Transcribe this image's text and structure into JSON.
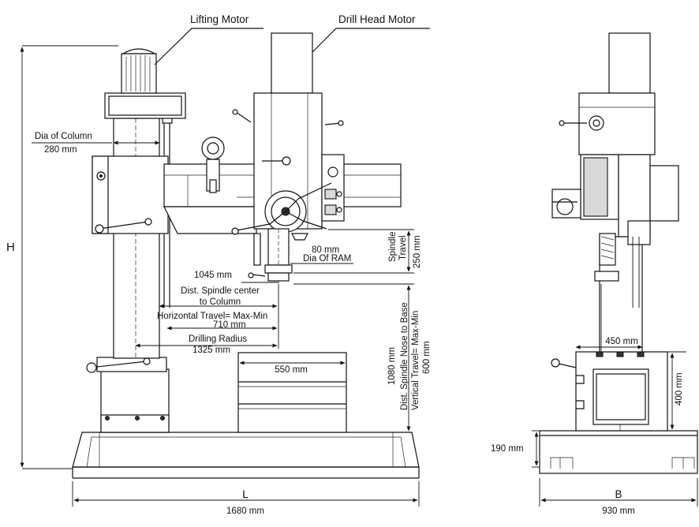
{
  "labels": {
    "lifting_motor": "Lifting Motor",
    "drill_head_motor": "Drill Head Motor",
    "dia_of_column": "Dia of Column",
    "dia_of_column_value": "280 mm",
    "height": "H",
    "length": "L",
    "length_value": "1680 mm",
    "breadth": "B",
    "breadth_value": "930 mm",
    "spindle_travel_line1": "Spindle",
    "spindle_travel_line2": "Travel",
    "spindle_travel_value": "250 mm",
    "ram_value": "80 mm",
    "ram_label": "Dia Of RAM",
    "spindle_distance_value": "1045 mm",
    "spindle_distance_line1": "Dist. Spindle center",
    "spindle_distance_line2": "to Column",
    "horizontal_travel_line1": "Horizontal Travel= Max-Min",
    "horizontal_travel_value": "710 mm",
    "drilling_radius_label": "Drilling Radius",
    "drilling_radius_value": "1325 mm",
    "table_width_value": "550 mm",
    "nose_to_base_value": "1080 mm",
    "nose_to_base_label": "Dist. Spindle Nose to Base",
    "vertical_travel_label": "Vertical Travel= Max-Min",
    "vertical_travel_value": "600 mm",
    "side_table_width_value": "450 mm",
    "side_table_height_value": "400 mm",
    "base_height_value": "190 mm"
  },
  "colors": {
    "line": "#111111",
    "shade": "#d9d9d9",
    "background": "#ffffff"
  }
}
